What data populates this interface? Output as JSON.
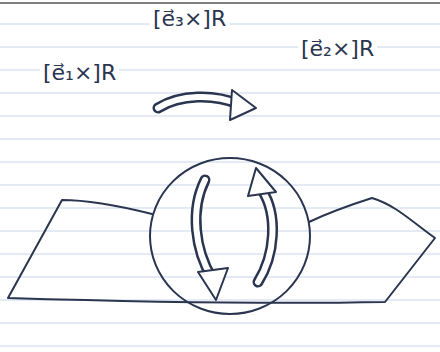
{
  "diagram": {
    "labels": [
      "[e⃗₃×]R",
      "[e⃗₂×]R",
      "[e⃗₁×]R"
    ]
  }
}
